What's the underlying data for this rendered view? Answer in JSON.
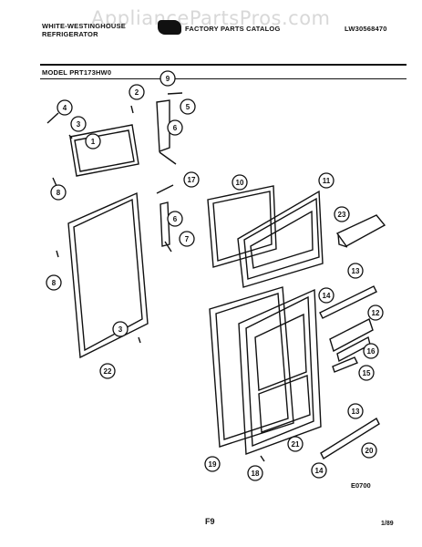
{
  "header": {
    "brand_line1": "WHITE-WESTINGHOUSE",
    "brand_line2": "REFRIGERATOR",
    "catalog_title": "FACTORY PARTS CATALOG",
    "catalog_number": "LW30568470",
    "watermark": "AppliancePartsPros.com"
  },
  "model": {
    "label": "MODEL PRT173HW0"
  },
  "callouts": [
    "1",
    "2",
    "3",
    "4",
    "5",
    "6",
    "7",
    "8",
    "9",
    "10",
    "11",
    "12",
    "13",
    "14",
    "15",
    "16",
    "17",
    "18",
    "19",
    "20",
    "21",
    "22",
    "23"
  ],
  "footer": {
    "drawing_code": "E0700",
    "page": "F9",
    "date": "1/89"
  },
  "colors": {
    "ink": "#111111",
    "paper": "#ffffff",
    "watermark": "#d8d8d8"
  }
}
